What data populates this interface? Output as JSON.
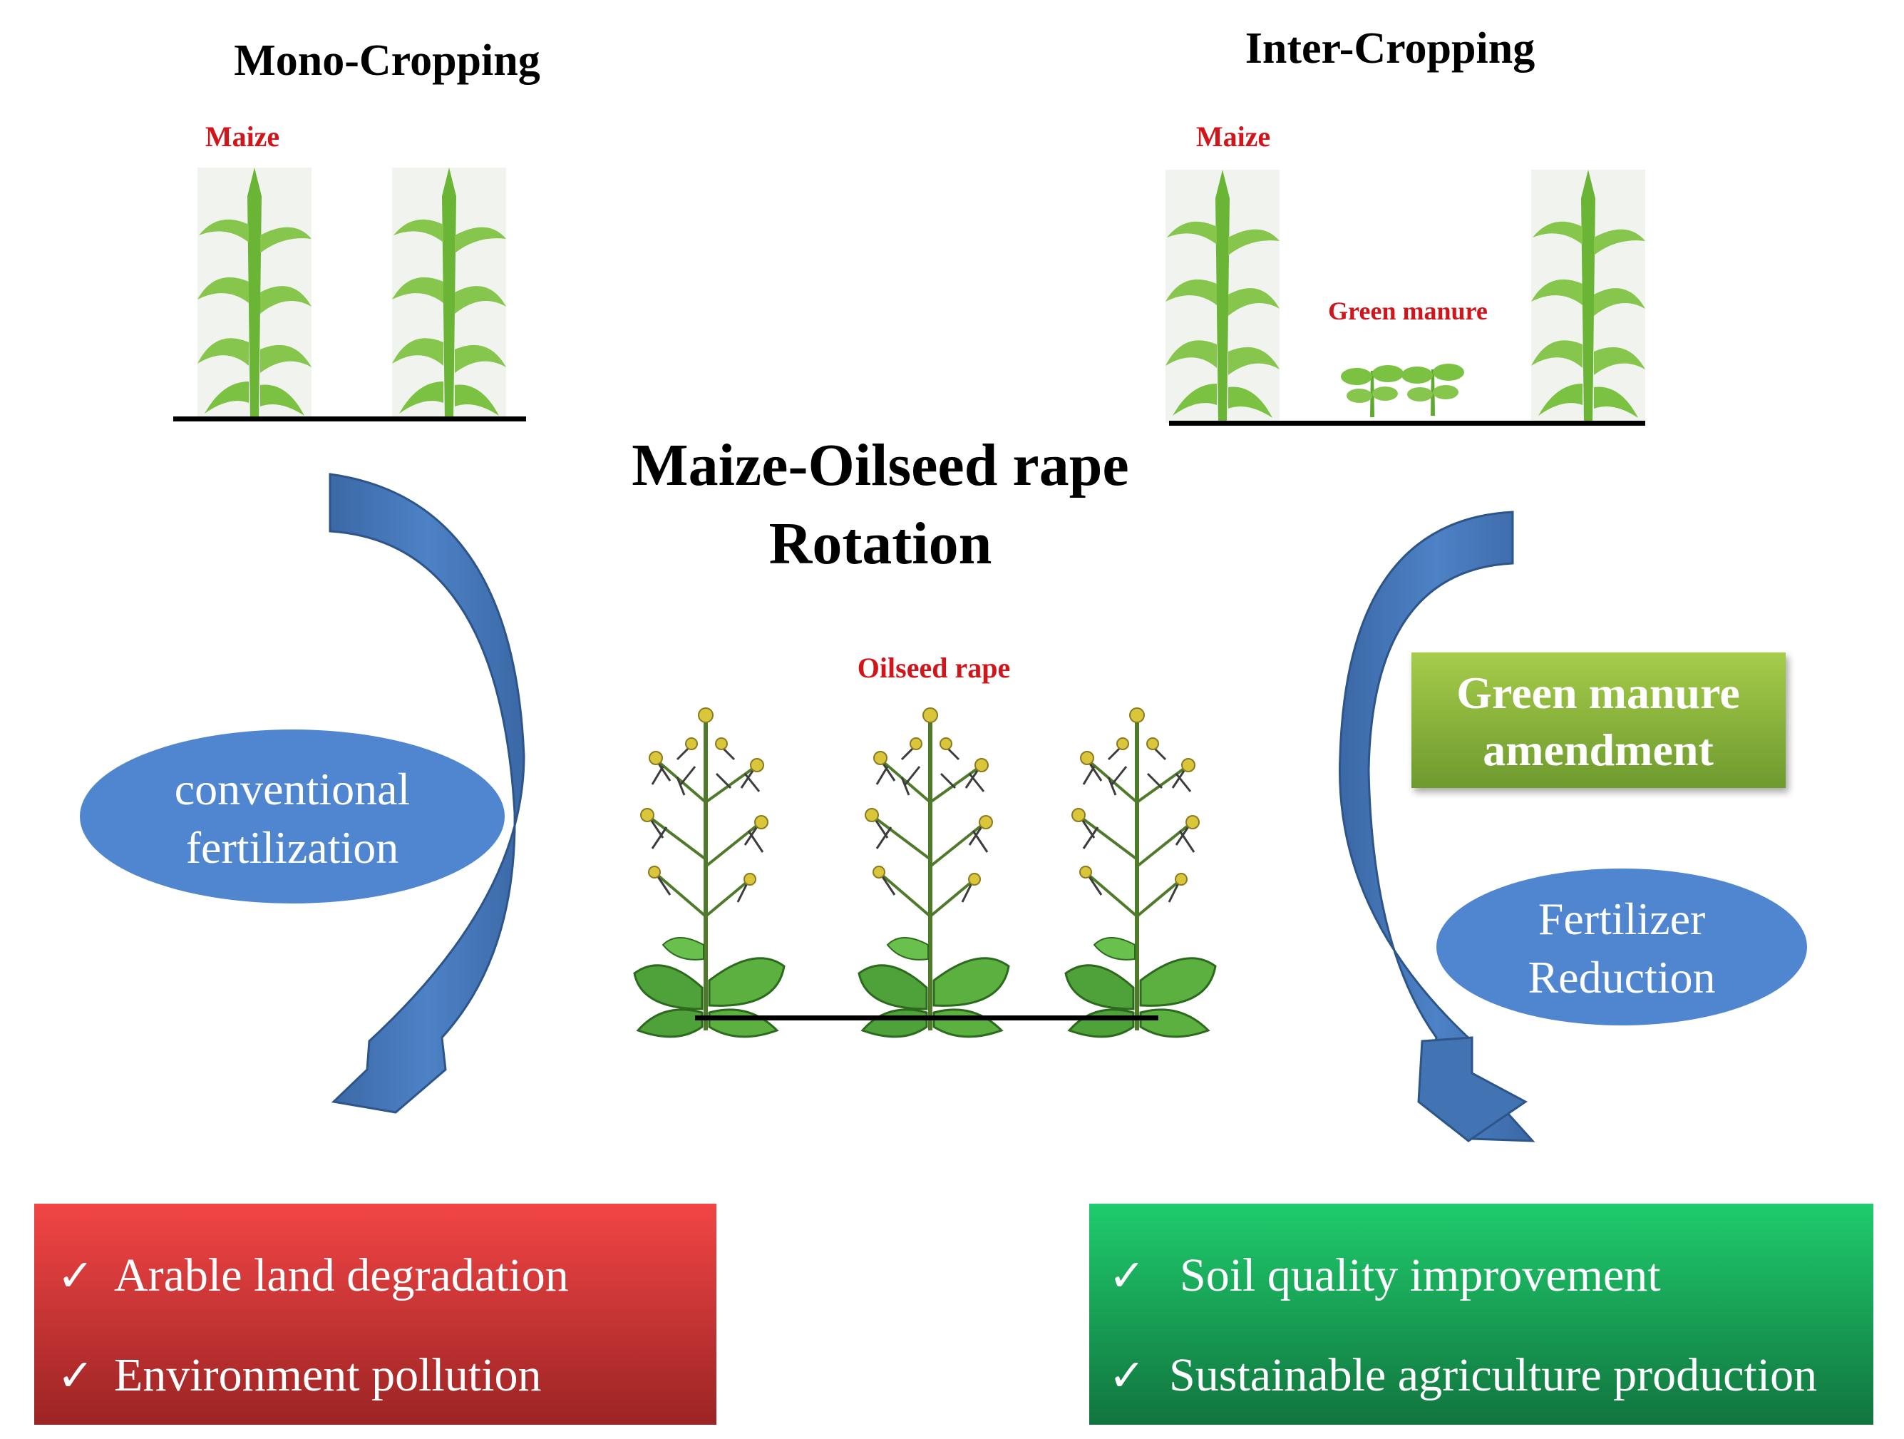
{
  "left_panel": {
    "heading": "Mono-Cropping",
    "crop_label": "Maize",
    "practice_label_line1": "conventional",
    "practice_label_line2": "fertilization",
    "outcomes": [
      "Arable land degradation",
      "Environment pollution"
    ]
  },
  "right_panel": {
    "heading": "Inter-Cropping",
    "crop_label": "Maize",
    "intercrop_label": "Green manure",
    "amendment_line1": "Green manure",
    "amendment_line2": "amendment",
    "reduction_line1": "Fertilizer",
    "reduction_line2": "Reduction",
    "outcomes": [
      "Soil quality improvement",
      "Sustainable agriculture production"
    ]
  },
  "center": {
    "title_line1": "Maize-Oilseed rape",
    "title_line2": "Rotation",
    "crop_label": "Oilseed rape"
  },
  "check_glyph": "✓",
  "colors": {
    "maize_green": "#7cc242",
    "maize_dark": "#5aa22c",
    "arrow_blue": "#3e6fae",
    "ellipse_blue": "#4f86cf",
    "label_red": "#d0161b",
    "bad_red": "#e84040",
    "good_green": "#1fc36a",
    "amend_green": "#8cb43c"
  }
}
